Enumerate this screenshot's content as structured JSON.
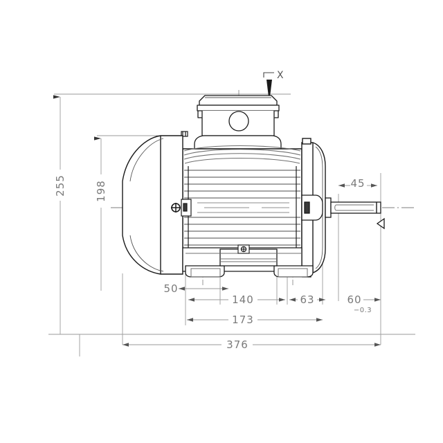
{
  "drawing": {
    "title": "Electric Motor Side Elevation",
    "type": "technical-dimension-drawing",
    "background_color": "#ffffff",
    "line_color": "#1a1a1a",
    "dim_line_color": "#8a8a8a",
    "dim_text_color": "#7a7a7a"
  },
  "view_label": {
    "name": "X",
    "text": "X"
  },
  "dimensions": {
    "height_overall": "255",
    "height_shaft_axis": "198",
    "foot_offset": "50",
    "foot_spacing": "140",
    "flange_to_shaft": "63",
    "shaft_length": "45",
    "shaft_diameter_zone": "60",
    "shaft_tolerance": "−0.3",
    "length_body": "173",
    "length_overall": "376"
  },
  "symbols": {
    "earth_symbol": "earth-ground-symbol",
    "view_arrow": "view-direction-arrow-x",
    "datum_triangle": "datum-triangle-marker",
    "lifting_lug": "lifting-lug",
    "cable_gland": "cable-gland-hole"
  },
  "components": {
    "fan_cowl": "fan-cowl",
    "stator_body": "stator-body-with-cooling-fins",
    "terminal_box": "terminal-box",
    "drive_end_shield": "drive-end-shield",
    "shaft": "output-shaft",
    "feet": "mounting-feet"
  }
}
